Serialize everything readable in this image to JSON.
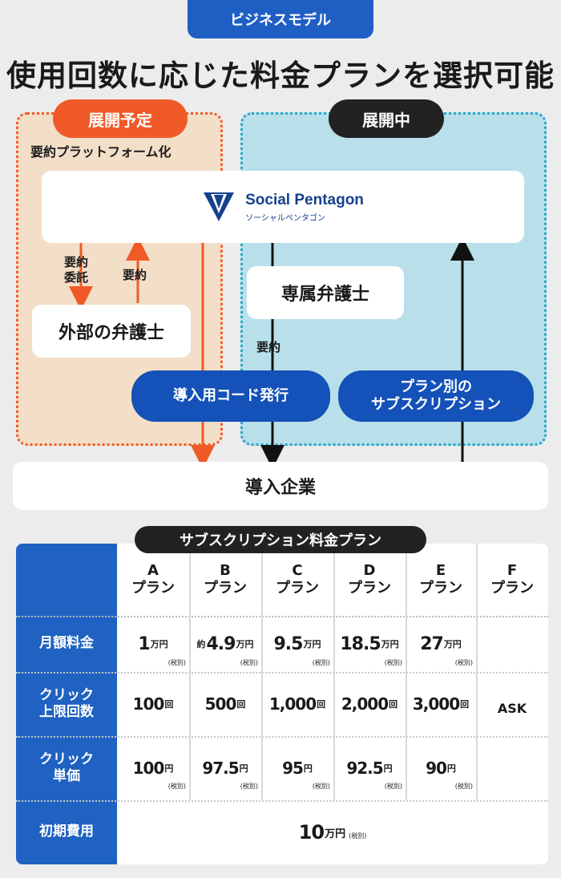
{
  "header": {
    "tag": "ビジネスモデル",
    "title": "使用回数に応じた料金プランを選択可能"
  },
  "left_zone": {
    "badge": "展開予定",
    "subtitle": "要約プラットフォーム化",
    "lawyer": "外部の弁護士",
    "arrow_down_label": "要約\n委託",
    "arrow_up_label": "要約"
  },
  "right_zone": {
    "badge": "展開中",
    "lawyer": "専属弁護士",
    "summary_label": "要約",
    "subscription_by_plan": "プラン別の\nサブスクリプション"
  },
  "logo": {
    "name": "Social Pentagon",
    "kana": "ソーシャルペンタゴン"
  },
  "code_issue": "導入用コード発行",
  "company": "導入企業",
  "colors": {
    "orange": "#f05a28",
    "blue": "#1451b8",
    "teal": "#27a6c8",
    "dark": "#222222"
  },
  "pricing": {
    "title": "サブスクリプション料金プラン",
    "plans": [
      {
        "letter": "A",
        "suffix": "プラン"
      },
      {
        "letter": "B",
        "suffix": "プラン"
      },
      {
        "letter": "C",
        "suffix": "プラン"
      },
      {
        "letter": "D",
        "suffix": "プラン"
      },
      {
        "letter": "E",
        "suffix": "プラン"
      },
      {
        "letter": "F",
        "suffix": "プラン"
      }
    ],
    "rows": [
      "月額料金",
      "クリック\n上限回数",
      "クリック\n単価",
      "初期費用"
    ],
    "monthly": [
      {
        "prefix": "",
        "value": "1",
        "unit": "万円",
        "tax": "(税別)"
      },
      {
        "prefix": "約",
        "value": "4.9",
        "unit": "万円",
        "tax": "(税別)"
      },
      {
        "prefix": "",
        "value": "9.5",
        "unit": "万円",
        "tax": "(税別)"
      },
      {
        "prefix": "",
        "value": "18.5",
        "unit": "万円",
        "tax": "(税別)"
      },
      {
        "prefix": "",
        "value": "27",
        "unit": "万円",
        "tax": "(税別)"
      }
    ],
    "click_limit": [
      {
        "value": "100",
        "unit": "回"
      },
      {
        "value": "500",
        "unit": "回"
      },
      {
        "value": "1,000",
        "unit": "回"
      },
      {
        "value": "2,000",
        "unit": "回"
      },
      {
        "value": "3,000",
        "unit": "回"
      }
    ],
    "click_price": [
      {
        "value": "100",
        "unit": "円",
        "tax": "(税別)"
      },
      {
        "value": "97.5",
        "unit": "円",
        "tax": "(税別)"
      },
      {
        "value": "95",
        "unit": "円",
        "tax": "(税別)"
      },
      {
        "value": "92.5",
        "unit": "円",
        "tax": "(税別)"
      },
      {
        "value": "90",
        "unit": "円",
        "tax": "(税別)"
      }
    ],
    "f_plan": "ASK",
    "initial_fee": {
      "value": "10",
      "unit": "万円",
      "tax": "(税別)"
    }
  }
}
